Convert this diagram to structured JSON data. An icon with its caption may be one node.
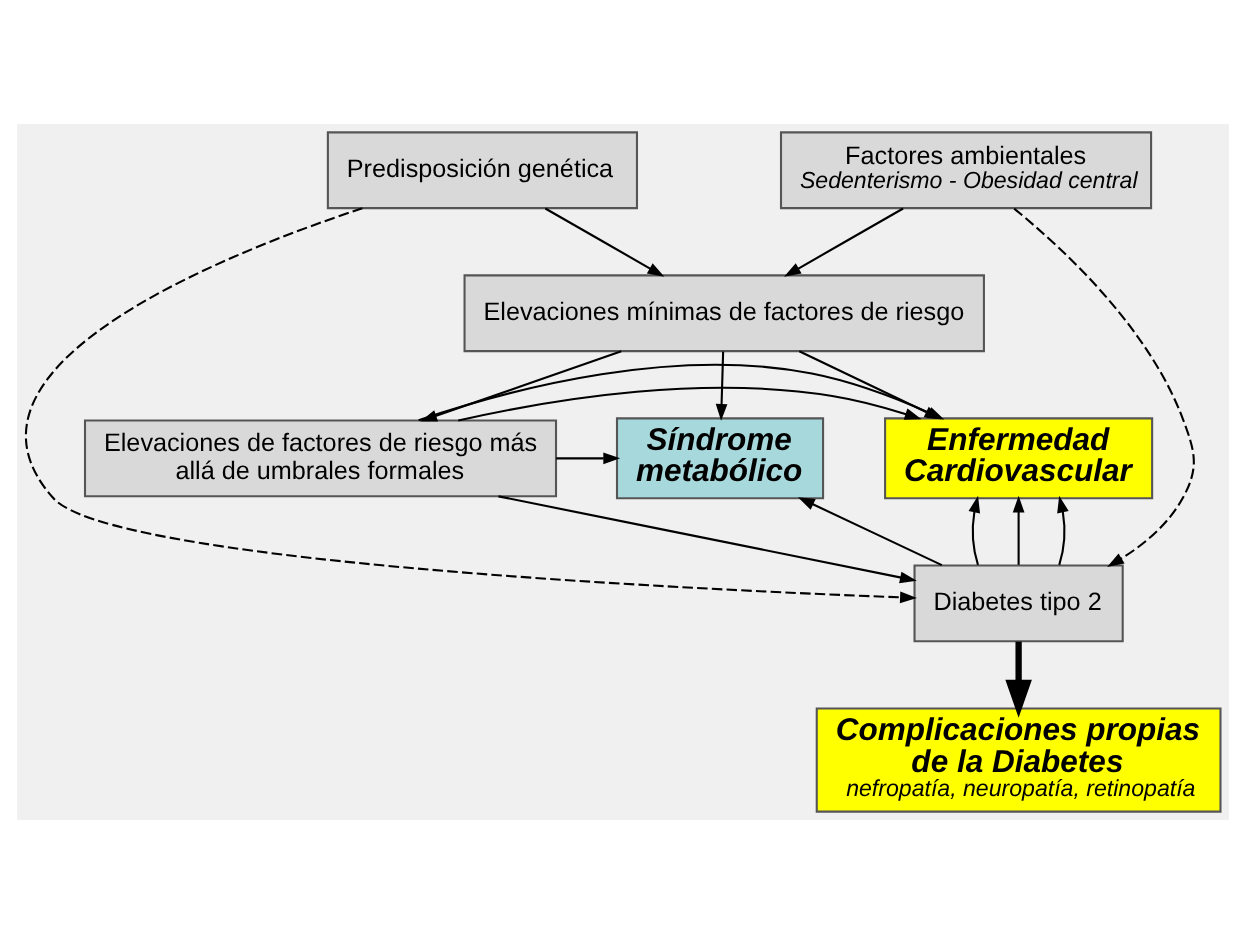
{
  "diagram": {
    "nodes": [
      {
        "text": [
          "Predisposición genética"
        ]
      },
      {
        "text": [
          "Factores ambientales",
          "Sedenterismo - Obesidad central"
        ]
      },
      {
        "text": [
          "Elevaciones mínimas de factores de riesgo"
        ]
      },
      {
        "text": [
          "Elevaciones de factores de riesgo más allá de umbrales formales"
        ]
      },
      {
        "text": [
          "Diabetes tipo 2"
        ]
      },
      {
        "text": [
          "Enfermedad Cardiovascular"
        ]
      },
      {
        "text": [
          "Complicaciones propias de la Diabetes",
          "nefropatía, neuropatía, retinopatía"
        ]
      },
      {
        "text": [
          "Síndrome metabólico"
        ]
      }
    ],
    "edges": [
      {
        "from": 0,
        "to": 2,
        "arrow": "to"
      },
      {
        "from": 1,
        "to": 2,
        "arrow": "to"
      },
      {
        "from": 0,
        "to": 4,
        "arrow": "to",
        "style": "dashed"
      },
      {
        "from": 1,
        "to": 4,
        "arrow": "to",
        "style": "dashed"
      },
      {
        "from": 2,
        "to": 3,
        "arrow": "to"
      },
      {
        "from": 3,
        "to": 4,
        "arrow": "to"
      },
      {
        "from": 2,
        "to": 5,
        "arrow": "to"
      },
      {
        "from": 3,
        "to": 5,
        "arrow": "to"
      },
      {
        "from": 3,
        "to": 5,
        "arrow": "to"
      },
      {
        "from": 4,
        "to": 5,
        "arrow": "to"
      },
      {
        "from": 4,
        "to": 5,
        "arrow": "to"
      },
      {
        "from": 4,
        "to": 5,
        "arrow": "to"
      },
      {
        "from": 4,
        "to": 6,
        "arrow": "to",
        "style": "thick"
      },
      {
        "from": 2,
        "to": 7,
        "arrow": "to"
      },
      {
        "from": 3,
        "to": 7,
        "arrow": "to"
      },
      {
        "from": 4,
        "to": 7,
        "arrow": "to"
      }
    ]
  }
}
